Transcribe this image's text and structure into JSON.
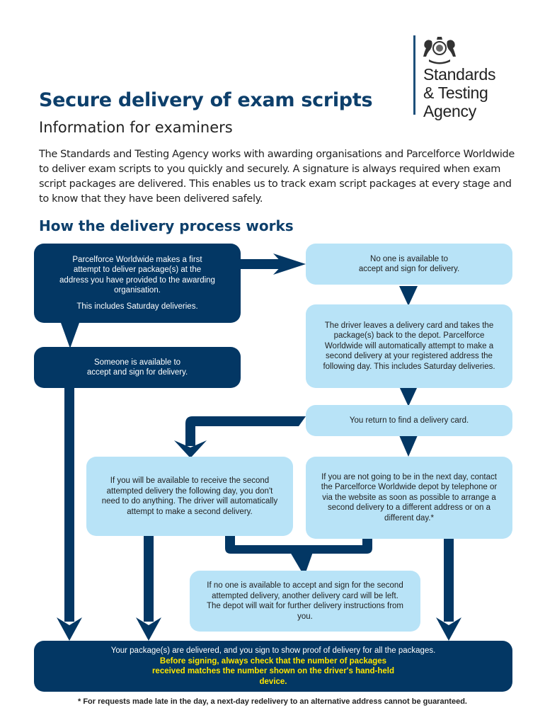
{
  "logo": {
    "line1": "Standards",
    "line2": "& Testing",
    "line3": "Agency",
    "icon": "royal-crest-icon"
  },
  "header": {
    "title": "Secure delivery of exam scripts",
    "subtitle": "Information for examiners"
  },
  "intro": "The Standards and Testing Agency works with awarding organisations and Parcelforce Worldwide to deliver exam scripts to you quickly and securely. A signature is always required when exam script packages are delivered. This enables us to track exam script packages at every stage and to know that they have been delivered safely.",
  "section_heading": "How the delivery process works",
  "colors": {
    "dark_blue": "#033764",
    "light_blue": "#b8e3f7",
    "highlight_yellow": "#ffe600",
    "title_blue": "#0d3f6b"
  },
  "flow": {
    "first_attempt": {
      "text": "Parcelforce Worldwide makes a first attempt to deliver package(s) at the address you have provided to the awarding organisation.",
      "note": "This includes Saturday deliveries."
    },
    "someone_available": "Someone is available to accept and sign for delivery.",
    "no_one_available": "No one is available to accept and sign for delivery.",
    "driver_leaves_card": "The driver leaves a delivery card and takes the package(s) back to the depot. Parcelforce Worldwide will automatically attempt to make a second delivery at your registered address the following day. This includes Saturday deliveries.",
    "return_find_card": "You return to find a delivery card.",
    "available_second": "If you will be available to receive the second attempted delivery the following day, you don't need to do anything. The driver will automatically attempt to make a second delivery.",
    "not_in_next_day": "If you are not going to be in the next day, contact the Parcelforce Worldwide depot by telephone or via the website as soon as possible to arrange a second delivery to a different address or on a different day.*",
    "no_one_second": "If no one is available to accept and sign for the second attempted delivery, another delivery card will be left. The depot will wait for further delivery instructions from you.",
    "delivered": {
      "text": "Your package(s) are delivered, and you sign to show proof of delivery for all the packages.",
      "highlight": "Before signing, always check that the number of packages received matches the number shown on the driver's hand-held device."
    }
  },
  "footnote": "* For requests made late in the day, a next-day redelivery to an alternative address cannot be guaranteed."
}
